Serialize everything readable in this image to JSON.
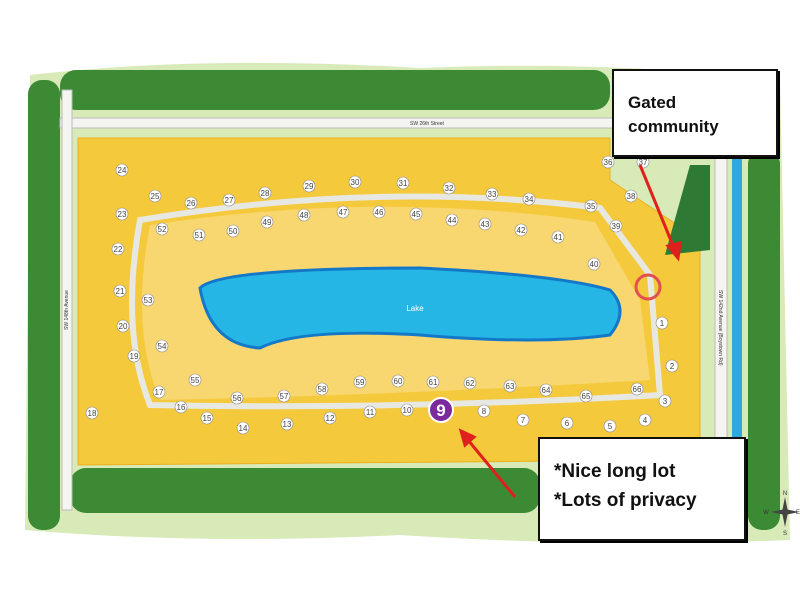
{
  "map": {
    "streets": {
      "north": "SW 26th Street",
      "west": "SW 148th Avenue",
      "east": "SW 142nd Avenue (Boystown Rd)"
    },
    "lake_label": "Lake",
    "lots": [
      "1",
      "2",
      "3",
      "4",
      "5",
      "6",
      "7",
      "8",
      "9",
      "10",
      "11",
      "12",
      "13",
      "14",
      "15",
      "16",
      "17",
      "18",
      "19",
      "20",
      "21",
      "22",
      "23",
      "24",
      "25",
      "26",
      "27",
      "28",
      "29",
      "30",
      "31",
      "32",
      "33",
      "34",
      "35",
      "36",
      "37",
      "38",
      "39",
      "40",
      "41",
      "42",
      "43",
      "44",
      "45",
      "46",
      "47",
      "48",
      "49",
      "50",
      "51",
      "52",
      "53",
      "54",
      "55",
      "56",
      "57",
      "58",
      "59",
      "60",
      "61",
      "62",
      "63",
      "64",
      "65",
      "66"
    ],
    "highlighted_lot": "9",
    "highlight_color": "#7b2a9e",
    "compass": {
      "n": "N",
      "s": "S",
      "e": "E",
      "w": "W"
    }
  },
  "callouts": [
    {
      "lines": [
        "Gated",
        "community"
      ]
    },
    {
      "lines": [
        "*Nice long lot",
        "*Lots of privacy"
      ]
    }
  ],
  "arrow_color": "#e0201c"
}
